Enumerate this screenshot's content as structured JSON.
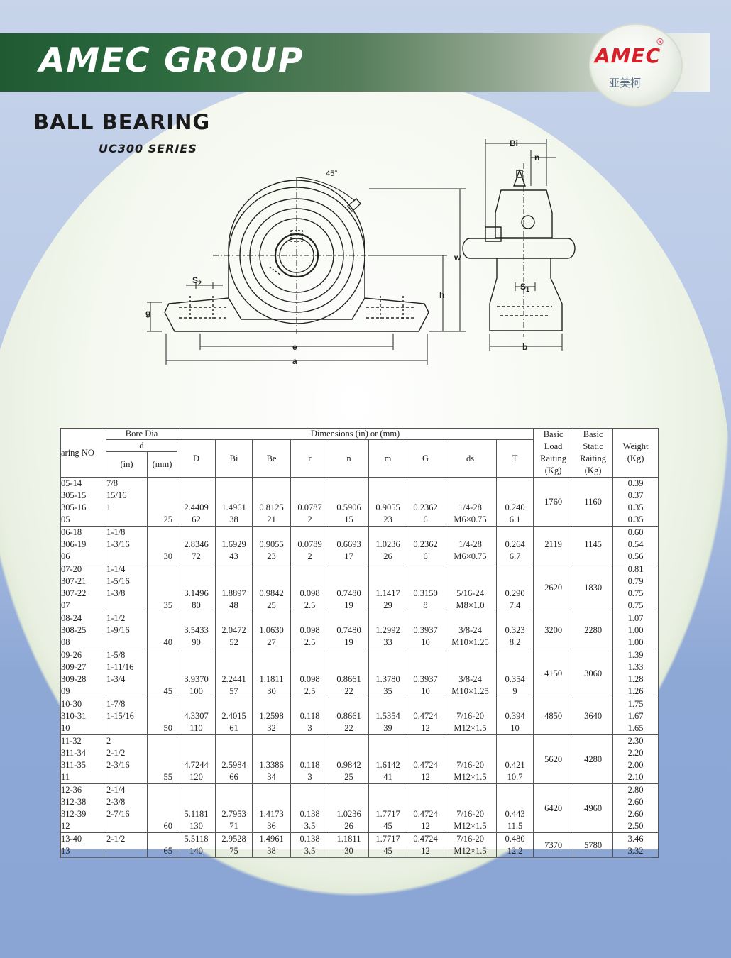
{
  "header": {
    "company": "AMEC GROUP",
    "logo_text": "AMEC",
    "logo_reg": "®",
    "logo_chinese": "亚美柯"
  },
  "title": {
    "main": "BALL BEARING",
    "series": "UC300 SERIES"
  },
  "drawing_labels": {
    "angle": "45°",
    "Bi": "Bi",
    "n": "n",
    "w": "w",
    "h": "h",
    "g": "g",
    "S2": "S2",
    "S1": "S1",
    "e": "e",
    "a": "a",
    "b": "b"
  },
  "table": {
    "headers": {
      "bearing_no": "aring NO",
      "bore_dia": "Bore Dia",
      "d": "d",
      "in": "(in)",
      "mm": "(mm)",
      "dimensions": "Dimensions (in) or (mm)",
      "cols": [
        "D",
        "Bi",
        "Be",
        "r",
        "n",
        "m",
        "G",
        "ds",
        "T"
      ],
      "basic_load": "Basic\nLoad\nRaiting\n(Kg)",
      "basic_static": "Basic\nStatic\nRaiting\n(Kg)",
      "weight": "Weight\n(Kg)"
    },
    "groups": [
      {
        "nos": "05-14\n305-15\n305-16\n05",
        "inch": "7/8\n15/16\n1\n",
        "mm": "25",
        "D": "2.4409\n62",
        "Bi": "1.4961\n38",
        "Be": "0.8125\n21",
        "r": "0.0787\n2",
        "n": "0.5906\n15",
        "m": "0.9055\n23",
        "G": "0.2362\n6",
        "ds": "1/4-28\nM6×0.75",
        "T": "0.240\n6.1",
        "load": "1760",
        "static": "1160",
        "weight": "0.39\n0.37\n0.35\n0.35"
      },
      {
        "nos": "06-18\n306-19\n06",
        "inch": "1-1/8\n1-3/16\n",
        "mm": "30",
        "D": "2.8346\n72",
        "Bi": "1.6929\n43",
        "Be": "0.9055\n23",
        "r": "0.0789\n2",
        "n": "0.6693\n17",
        "m": "1.0236\n26",
        "G": "0.2362\n6",
        "ds": "1/4-28\nM6×0.75",
        "T": "0.264\n6.7",
        "load": "2119",
        "static": "1145",
        "weight": "0.60\n0.54\n0.56"
      },
      {
        "nos": "07-20\n307-21\n307-22\n07",
        "inch": "1-1/4\n1-5/16\n1-3/8\n",
        "mm": "35",
        "D": "3.1496\n80",
        "Bi": "1.8897\n48",
        "Be": "0.9842\n25",
        "r": "0.098\n2.5",
        "n": "0.7480\n19",
        "m": "1.1417\n29",
        "G": "0.3150\n8",
        "ds": "5/16-24\nM8×1.0",
        "T": "0.290\n7.4",
        "load": "2620",
        "static": "1830",
        "weight": "0.81\n0.79\n0.75\n0.75"
      },
      {
        "nos": "08-24\n308-25\n08",
        "inch": "1-1/2\n1-9/16\n",
        "mm": "40",
        "D": "3.5433\n90",
        "Bi": "2.0472\n52",
        "Be": "1.0630\n27",
        "r": "0.098\n2.5",
        "n": "0.7480\n19",
        "m": "1.2992\n33",
        "G": "0.3937\n10",
        "ds": "3/8-24\nM10×1.25",
        "T": "0.323\n8.2",
        "load": "3200",
        "static": "2280",
        "weight": "1.07\n1.00\n1.00"
      },
      {
        "nos": "09-26\n309-27\n309-28\n09",
        "inch": "1-5/8\n1-11/16\n1-3/4\n",
        "mm": "45",
        "D": "3.9370\n100",
        "Bi": "2.2441\n57",
        "Be": "1.1811\n30",
        "r": "0.098\n2.5",
        "n": "0.8661\n22",
        "m": "1.3780\n35",
        "G": "0.3937\n10",
        "ds": "3/8-24\nM10×1.25",
        "T": "0.354\n9",
        "load": "4150",
        "static": "3060",
        "weight": "1.39\n1.33\n1.28\n1.26"
      },
      {
        "nos": "10-30\n310-31\n10",
        "inch": "1-7/8\n1-15/16\n",
        "mm": "50",
        "D": "4.3307\n110",
        "Bi": "2.4015\n61",
        "Be": "1.2598\n32",
        "r": "0.118\n3",
        "n": "0.8661\n22",
        "m": "1.5354\n39",
        "G": "0.4724\n12",
        "ds": "7/16-20\nM12×1.5",
        "T": "0.394\n10",
        "load": "4850",
        "static": "3640",
        "weight": "1.75\n1.67\n1.65"
      },
      {
        "nos": "11-32\n311-34\n311-35\n11",
        "inch": "2\n2-1/2\n2-3/16\n",
        "mm": "55",
        "D": "4.7244\n120",
        "Bi": "2.5984\n66",
        "Be": "1.3386\n34",
        "r": "0.118\n3",
        "n": "0.9842\n25",
        "m": "1.6142\n41",
        "G": "0.4724\n12",
        "ds": "7/16-20\nM12×1.5",
        "T": "0.421\n10.7",
        "load": "5620",
        "static": "4280",
        "weight": "2.30\n2.20\n2.00\n2.10"
      },
      {
        "nos": "12-36\n312-38\n312-39\n12",
        "inch": "2-1/4\n2-3/8\n2-7/16\n",
        "mm": "60",
        "D": "5.1181\n130",
        "Bi": "2.7953\n71",
        "Be": "1.4173\n36",
        "r": "0.138\n3.5",
        "n": "1.0236\n26",
        "m": "1.7717\n45",
        "G": "0.4724\n12",
        "ds": "7/16-20\nM12×1.5",
        "T": "0.443\n11.5",
        "load": "6420",
        "static": "4960",
        "weight": "2.80\n2.60\n2.60\n2.50"
      },
      {
        "nos": "13-40\n13",
        "inch": "2-1/2\n",
        "mm": "65",
        "D": "5.5118\n140",
        "Bi": "2.9528\n75",
        "Be": "1.4961\n38",
        "r": "0.138\n3.5",
        "n": "1.1811\n30",
        "m": "1.7717\n45",
        "G": "0.4724\n12",
        "ds": "7/16-20\nM12×1.5",
        "T": "0.480\n12.2",
        "load": "7370",
        "static": "5780",
        "weight": "3.46\n3.32"
      }
    ]
  }
}
